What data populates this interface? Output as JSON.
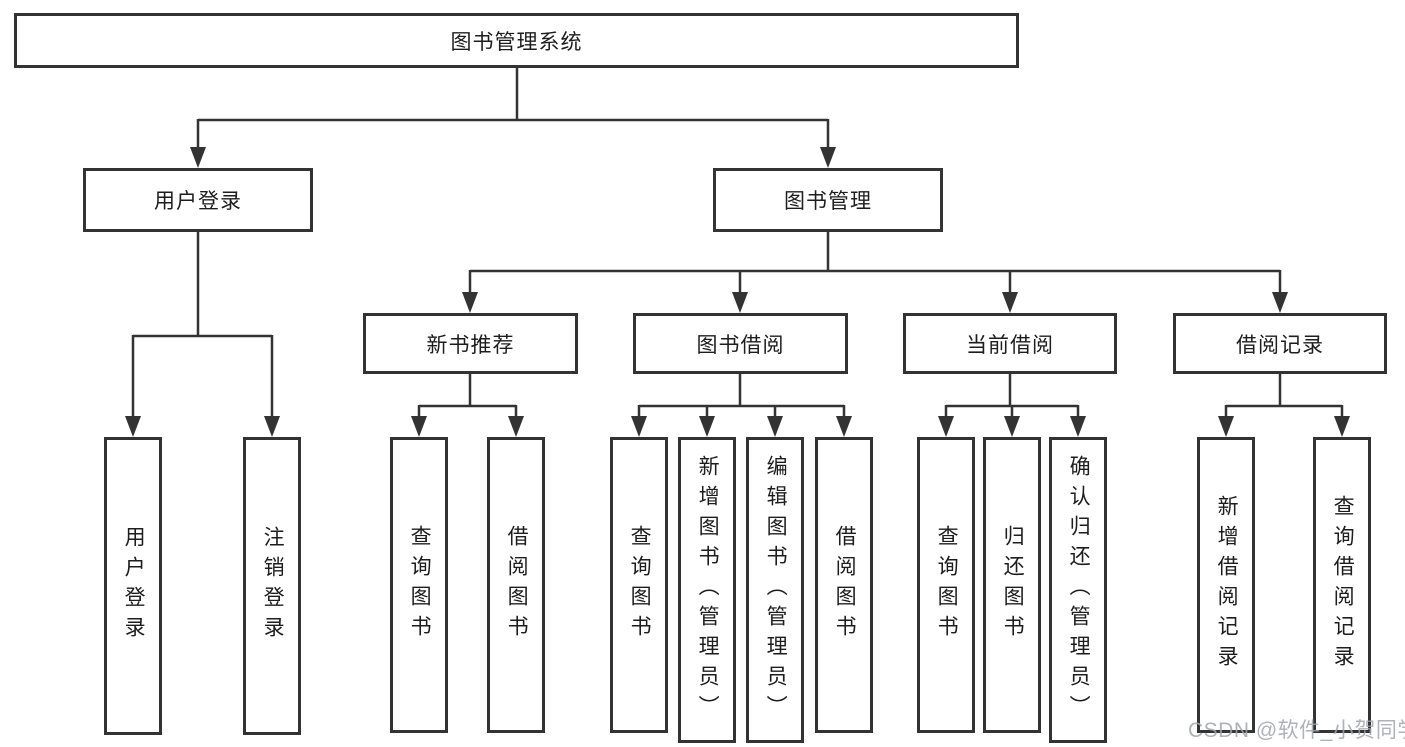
{
  "tree": {
    "label": "图书管理系统",
    "children": [
      {
        "label": "用户登录",
        "children": [
          {
            "label": "用户登录"
          },
          {
            "label": "注销登录"
          }
        ]
      },
      {
        "label": "图书管理",
        "children": [
          {
            "label": "新书推荐",
            "children": [
              {
                "label": "查询图书"
              },
              {
                "label": "借阅图书"
              }
            ]
          },
          {
            "label": "图书借阅",
            "children": [
              {
                "label": "查询图书"
              },
              {
                "label": "新增图书（管理员）"
              },
              {
                "label": "编辑图书（管理员）"
              },
              {
                "label": "借阅图书"
              }
            ]
          },
          {
            "label": "当前借阅",
            "children": [
              {
                "label": "查询图书"
              },
              {
                "label": "归还图书"
              },
              {
                "label": "确认归还（管理员）"
              }
            ]
          },
          {
            "label": "借阅记录",
            "children": [
              {
                "label": "新增借阅记录"
              },
              {
                "label": "查询借阅记录"
              }
            ]
          }
        ]
      }
    ]
  },
  "watermark": {
    "text": "CSDN @软件_小贺同学",
    "color": "#a0a5ad"
  },
  "colors": {
    "line": "#333333",
    "box_border": "#333333",
    "text": "#1d1d1d",
    "background": "#ffffff"
  }
}
